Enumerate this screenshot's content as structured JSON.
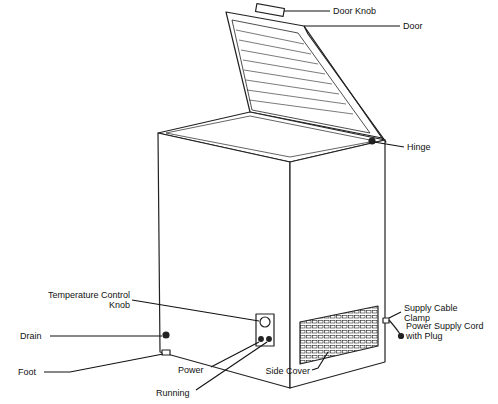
{
  "diagram": {
    "labels": [
      "Door Knob",
      "Door",
      "Hinge",
      "Temperature Control Knob",
      "Drain",
      "Foot",
      "Power",
      "Running",
      "Supply Cable Clamp",
      "Power Supply Cord with Plug",
      "Side Cover"
    ]
  }
}
